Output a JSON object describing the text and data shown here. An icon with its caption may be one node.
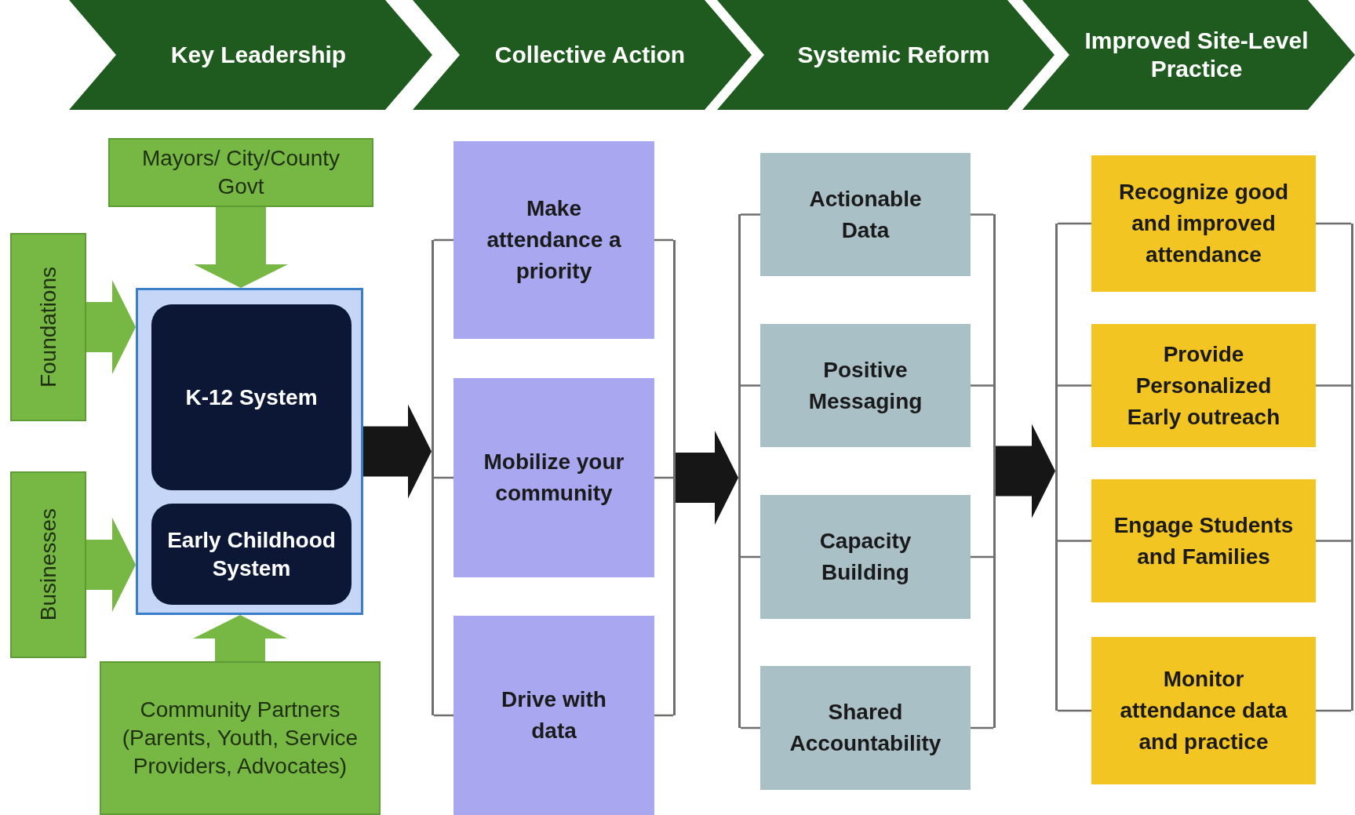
{
  "diagram": {
    "nodes": [
      {
        "text": [
          "Key Leadership"
        ]
      },
      {
        "text": [
          "Collective Action"
        ]
      },
      {
        "text": [
          "Systemic Reform"
        ]
      },
      {
        "text": [
          "Improved Site-Level Practice"
        ]
      },
      {
        "text": [
          "Mayors/ City/County Govt"
        ]
      },
      {
        "text": [
          "Foundations"
        ]
      },
      {
        "text": [
          "Businesses"
        ]
      },
      {
        "text": [],
        "shape": "box"
      },
      {
        "text": [
          "K-12 System"
        ],
        "in": 7
      },
      {
        "text": [
          "Early Childhood System"
        ],
        "in": 7
      },
      {
        "text": [
          "Community Partners (Parents, Youth, Service Providers, Advocates)"
        ]
      },
      {
        "text": [
          "Make attendance a priority"
        ]
      },
      {
        "text": [
          "Mobilize your community"
        ]
      },
      {
        "text": [
          "Drive with data"
        ]
      },
      {
        "text": [
          "Actionable Data"
        ]
      },
      {
        "text": [
          "Positive Messaging"
        ]
      },
      {
        "text": [
          "Capacity Building"
        ]
      },
      {
        "text": [
          "Shared Accountability"
        ]
      },
      {
        "text": [
          "Recognize good and improved attendance"
        ]
      },
      {
        "text": [
          "Provide Personalized Early outreach"
        ]
      },
      {
        "text": [
          "Engage Students and Families"
        ]
      },
      {
        "text": [
          "Monitor attendance data and practice"
        ]
      },
      {
        "text": [],
        "shape": "bar"
      },
      {
        "text": [],
        "shape": "bar"
      },
      {
        "text": [],
        "shape": "bar"
      },
      {
        "text": [],
        "shape": "bar"
      },
      {
        "text": [],
        "shape": "bar"
      },
      {
        "text": [],
        "shape": "bar"
      }
    ],
    "edges": [
      {
        "from": 4,
        "to": 7,
        "arrow": "to",
        "style": "thick",
        "color": "#77b844"
      },
      {
        "from": 5,
        "to": 7,
        "arrow": "to",
        "style": "thick",
        "color": "#77b844"
      },
      {
        "from": 6,
        "to": 7,
        "arrow": "to",
        "style": "thick",
        "color": "#77b844"
      },
      {
        "from": 10,
        "to": 7,
        "arrow": "to",
        "style": "thick",
        "color": "#77b844"
      },
      {
        "from": 7,
        "to": 22,
        "arrow": "to",
        "style": "thick",
        "color": "#161616"
      },
      {
        "from": 22,
        "to": 11,
        "arrow": "none"
      },
      {
        "from": 22,
        "to": 12,
        "arrow": "none"
      },
      {
        "from": 22,
        "to": 13,
        "arrow": "none"
      },
      {
        "from": 11,
        "to": 23,
        "arrow": "none"
      },
      {
        "from": 12,
        "to": 23,
        "arrow": "none"
      },
      {
        "from": 13,
        "to": 23,
        "arrow": "none"
      },
      {
        "from": 23,
        "to": 24,
        "arrow": "to",
        "style": "thick",
        "color": "#161616"
      },
      {
        "from": 24,
        "to": 14,
        "arrow": "none"
      },
      {
        "from": 24,
        "to": 15,
        "arrow": "none"
      },
      {
        "from": 24,
        "to": 16,
        "arrow": "none"
      },
      {
        "from": 24,
        "to": 17,
        "arrow": "none"
      },
      {
        "from": 14,
        "to": 25,
        "arrow": "none"
      },
      {
        "from": 15,
        "to": 25,
        "arrow": "none"
      },
      {
        "from": 16,
        "to": 25,
        "arrow": "none"
      },
      {
        "from": 17,
        "to": 25,
        "arrow": "none"
      },
      {
        "from": 25,
        "to": 26,
        "arrow": "to",
        "style": "thick",
        "color": "#161616"
      },
      {
        "from": 26,
        "to": 18,
        "arrow": "none"
      },
      {
        "from": 26,
        "to": 19,
        "arrow": "none"
      },
      {
        "from": 26,
        "to": 20,
        "arrow": "none"
      },
      {
        "from": 26,
        "to": 21,
        "arrow": "none"
      },
      {
        "from": 18,
        "to": 27,
        "arrow": "none"
      },
      {
        "from": 19,
        "to": 27,
        "arrow": "none"
      },
      {
        "from": 20,
        "to": 27,
        "arrow": "none"
      },
      {
        "from": 21,
        "to": 27,
        "arrow": "none"
      }
    ]
  }
}
